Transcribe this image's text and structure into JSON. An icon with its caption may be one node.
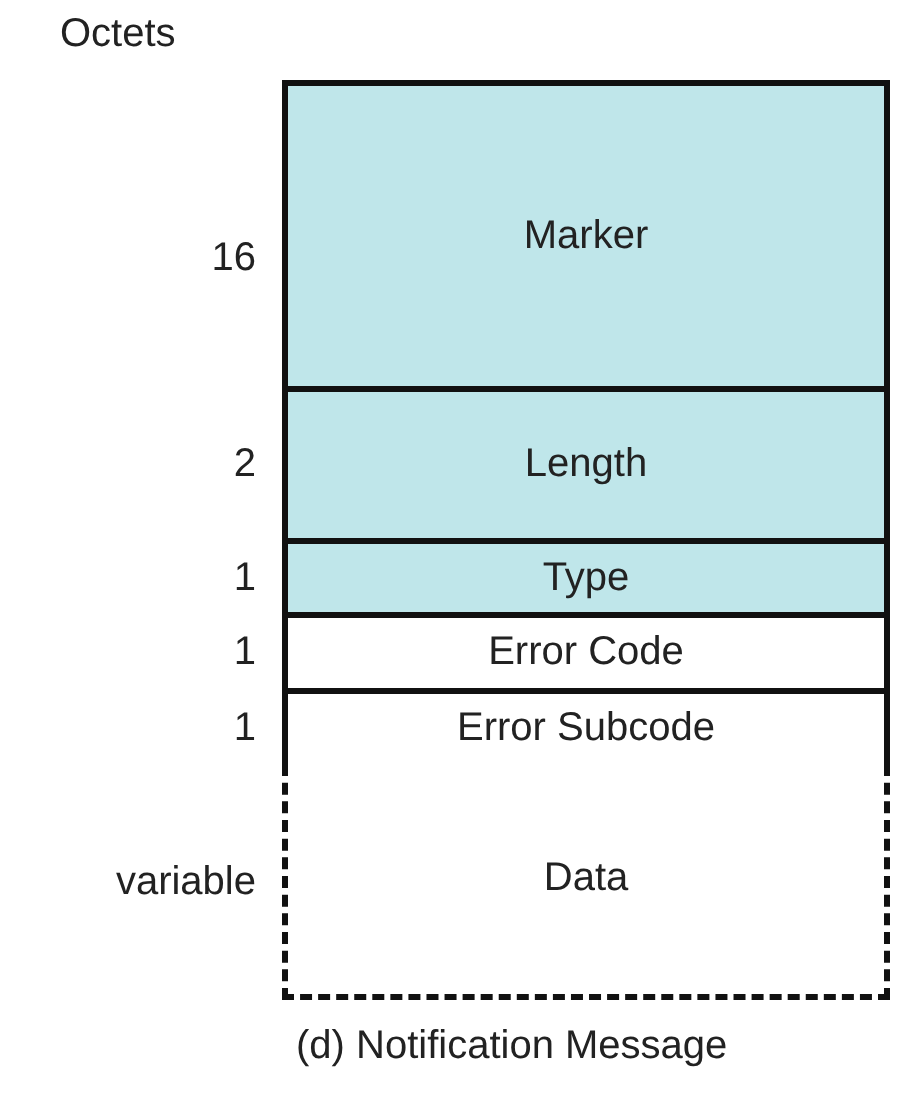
{
  "diagram": {
    "caption": "(d) Notification Message",
    "nodes": [
      {
        "text": [
          "Marker"
        ],
        "beside": [
          "16"
        ]
      },
      {
        "text": [
          "Length"
        ],
        "beside": [
          "2"
        ]
      },
      {
        "text": [
          "Type"
        ],
        "beside": [
          "1"
        ]
      },
      {
        "text": [
          "Error Code"
        ],
        "beside": [
          "1"
        ]
      },
      {
        "text": [
          "Error Subcode"
        ],
        "beside": [
          "1"
        ]
      },
      {
        "text": [
          "Data"
        ],
        "beside": [
          "variable"
        ]
      }
    ],
    "edges": [],
    "labels": [
      "Octets"
    ]
  }
}
